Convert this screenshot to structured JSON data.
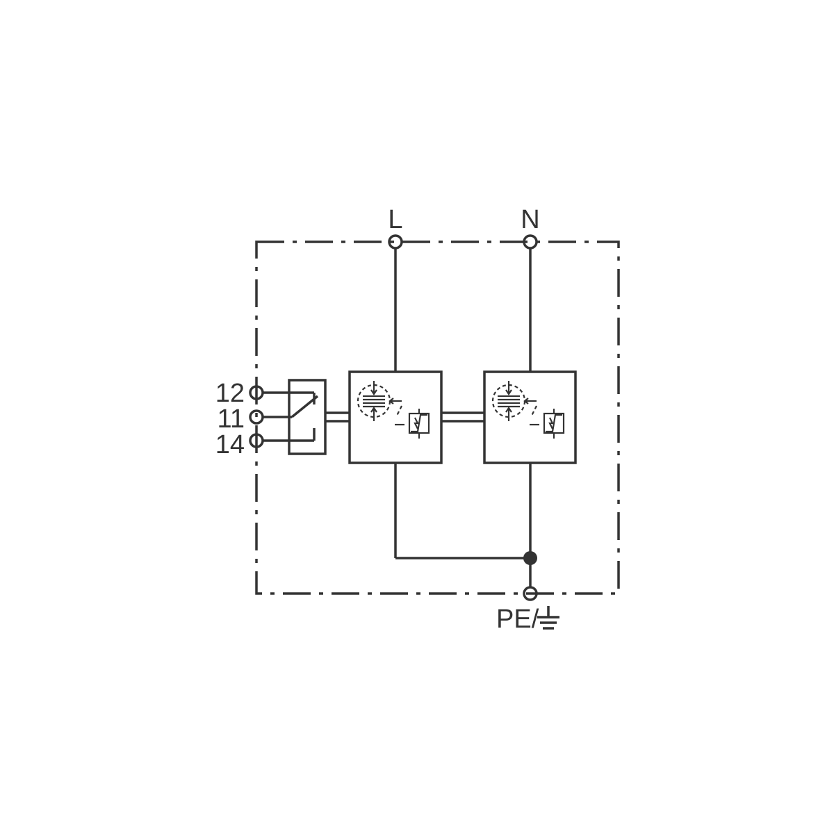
{
  "terminals": {
    "line": "L",
    "neutral": "N",
    "protective_earth": "PE/",
    "contact_12": "12",
    "contact_11": "11",
    "contact_14": "14"
  },
  "icons": [
    "earth-ground-icon",
    "varistor-icon",
    "thermal-disconnector-icon",
    "changeover-contact-icon"
  ],
  "colors": {
    "line": "#333333",
    "background": "#ffffff"
  }
}
